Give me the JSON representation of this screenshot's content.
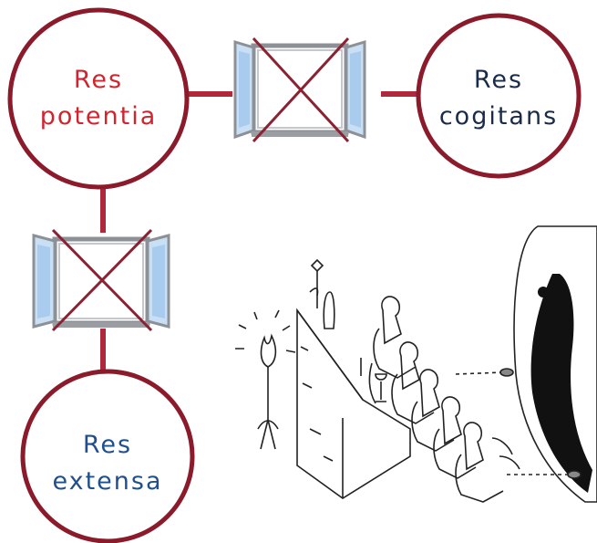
{
  "nodes": [
    {
      "id": "potentia",
      "lines": [
        "Res",
        "potentia"
      ],
      "color": "#d0242f"
    },
    {
      "id": "cogitans",
      "lines": [
        "Res",
        "cogitans"
      ],
      "color": "#1a2b4a"
    },
    {
      "id": "extensa",
      "lines": [
        "Res",
        "extensa"
      ],
      "color": "#1f4f8c"
    }
  ],
  "colors": {
    "ring": "#8b1a2b",
    "connector": "#b0283c",
    "cross": "#8a2232",
    "window_frame": "#8d9096",
    "glass": "#c9dff4"
  }
}
